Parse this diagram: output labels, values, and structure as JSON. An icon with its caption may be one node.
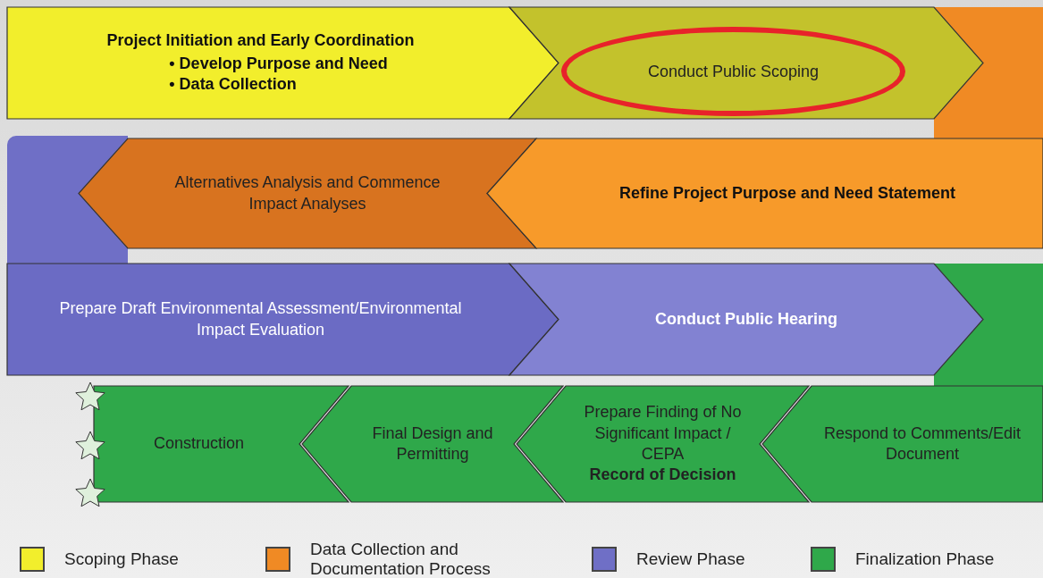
{
  "diagram": {
    "nodes": [
      {
        "text": [
          "Project Initiation and Early Coordination",
          "• Develop Purpose and Need",
          "• Data Collection"
        ]
      },
      {
        "text": [],
        "shape": "chevron"
      },
      {
        "text": [
          "Conduct Public Scoping"
        ],
        "in": 1
      },
      {
        "text": [
          "Alternatives Analysis and Commence Impact Analyses"
        ]
      },
      {
        "text": [
          "Refine Project Purpose and Need Statement"
        ]
      },
      {
        "text": [
          "Prepare Draft Environmental Assessment/Environmental Impact Evaluation"
        ]
      },
      {
        "text": [
          "Conduct Public Hearing"
        ]
      },
      {
        "text": [
          "Construction"
        ]
      },
      {
        "text": [
          "Final Design and Permitting"
        ]
      },
      {
        "text": [
          "Prepare Finding of No Significant Impact / CEPA",
          "Record of Decision"
        ]
      },
      {
        "text": [
          "Respond to Comments/Edit Document"
        ]
      },
      {
        "text": [],
        "shape": "band"
      },
      {
        "text": [],
        "shape": "band"
      },
      {
        "text": [],
        "shape": "band"
      }
    ],
    "legend": [
      {
        "text": "Scoping Phase",
        "color": "#f2ee2c"
      },
      {
        "text": "Data Collection and Documentation Process",
        "color": "#f08a24"
      },
      {
        "text": "Review Phase",
        "color": "#6f6fc6"
      },
      {
        "text": "Finalization Phase",
        "color": "#2fa84a"
      }
    ]
  }
}
